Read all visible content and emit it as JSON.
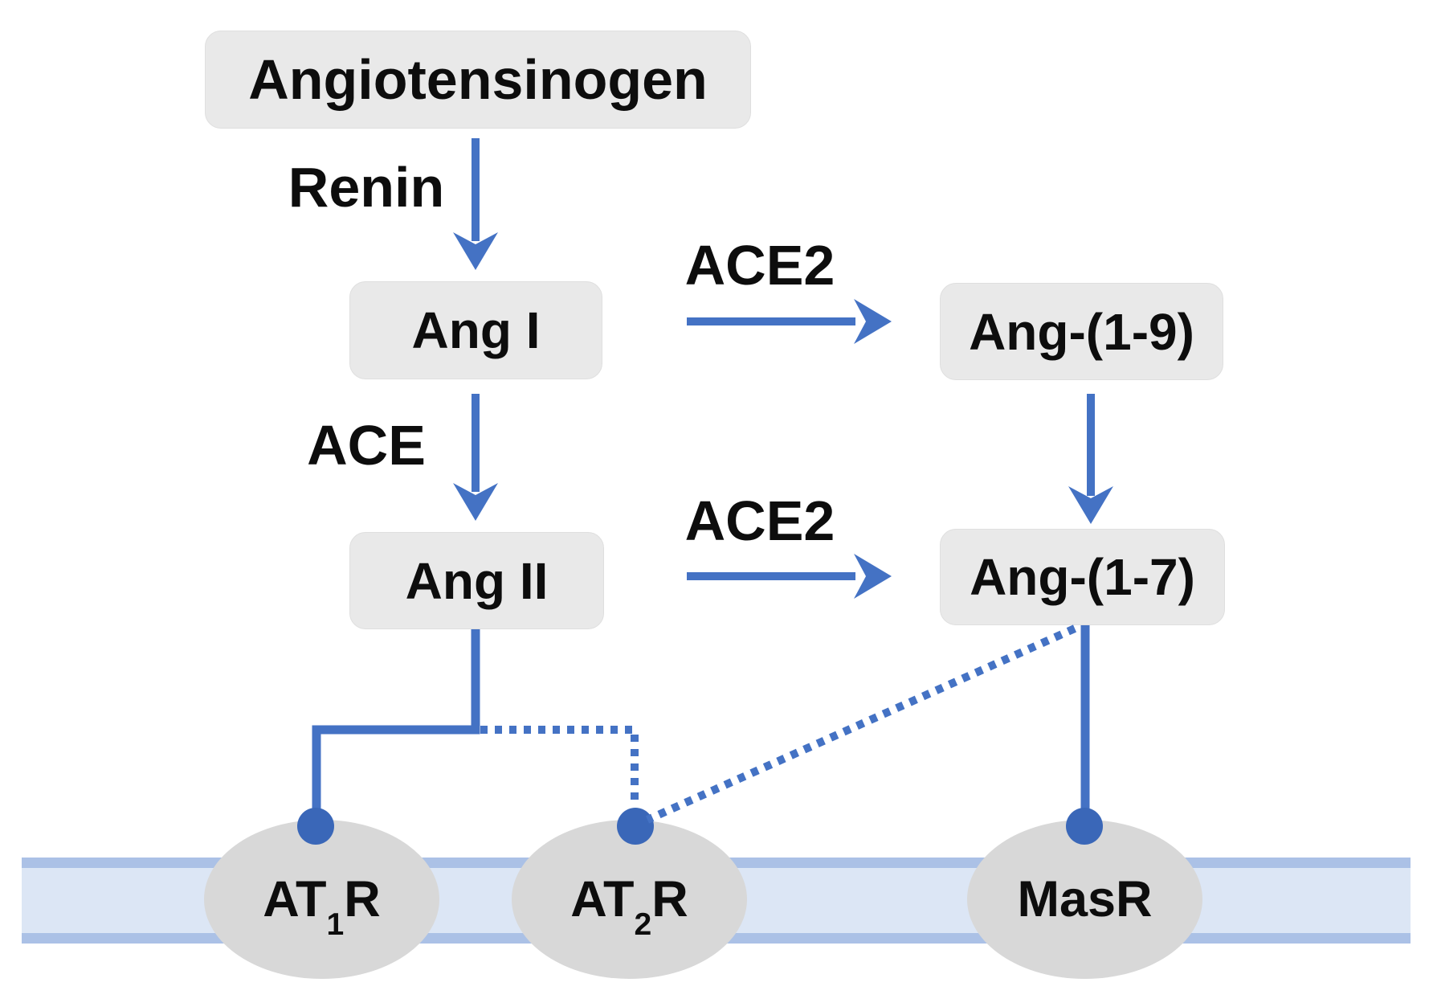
{
  "diagram": {
    "description": "Renin-angiotensin system pathway with membrane receptors",
    "nodes": {
      "angiotensinogen": {
        "label": "Angiotensinogen"
      },
      "ang1": {
        "label": "Ang I"
      },
      "ang19": {
        "label": "Ang-(1-9)"
      },
      "ang2": {
        "label": "Ang II"
      },
      "ang17": {
        "label": "Ang-(1-7)"
      }
    },
    "enzymes": {
      "renin": {
        "label": "Renin"
      },
      "ace": {
        "label": "ACE"
      },
      "ace2_top": {
        "label": "ACE2"
      },
      "ace2_bottom": {
        "label": "ACE2"
      }
    },
    "receptors": {
      "at1r": {
        "prefix": "AT",
        "sub": "1",
        "suffix": "R"
      },
      "at2r": {
        "prefix": "AT",
        "sub": "2",
        "suffix": "R"
      },
      "masr": {
        "prefix": "MasR",
        "sub": "",
        "suffix": ""
      }
    },
    "edges": [
      {
        "from": "Angiotensinogen",
        "to": "Ang I",
        "enzyme": "Renin",
        "style": "solid-arrow"
      },
      {
        "from": "Ang I",
        "to": "Ang-(1-9)",
        "enzyme": "ACE2",
        "style": "solid-arrow"
      },
      {
        "from": "Ang I",
        "to": "Ang II",
        "enzyme": "ACE",
        "style": "solid-arrow"
      },
      {
        "from": "Ang-(1-9)",
        "to": "Ang-(1-7)",
        "enzyme": "",
        "style": "solid-arrow"
      },
      {
        "from": "Ang II",
        "to": "Ang-(1-7)",
        "enzyme": "ACE2",
        "style": "solid-arrow"
      },
      {
        "from": "Ang II",
        "to": "AT1R",
        "enzyme": "",
        "style": "solid-ball"
      },
      {
        "from": "Ang II",
        "to": "AT2R",
        "enzyme": "",
        "style": "dotted-ball"
      },
      {
        "from": "Ang-(1-7)",
        "to": "AT2R",
        "enzyme": "",
        "style": "dotted-ball"
      },
      {
        "from": "Ang-(1-7)",
        "to": "MasR",
        "enzyme": "",
        "style": "solid-ball"
      }
    ],
    "colors": {
      "line_blue": "#4472c4",
      "dot_blue": "#3a67b8",
      "node_fill": "#e9e9e9",
      "receptor_fill": "#d8d8d8",
      "membrane_fill": "#dce6f5",
      "membrane_border": "#abc1e6",
      "text": "#0d0d0d",
      "background": "#ffffff"
    }
  }
}
